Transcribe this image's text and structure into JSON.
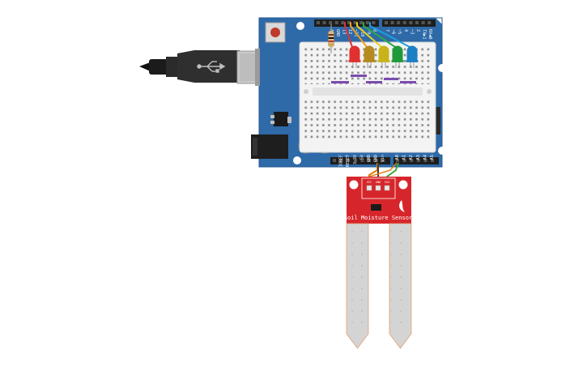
{
  "arduino": {
    "digital_labels": [
      "AREF",
      "GND",
      "13",
      "12",
      "~11",
      "~10",
      "~9",
      "8",
      "7",
      "~6",
      "~5",
      "4",
      "~3",
      "2",
      "TX▶1",
      "RX◀0"
    ],
    "power_labels": [
      "IOREF",
      "RESET",
      "3.3V",
      "5V",
      "GND",
      "GND",
      "Vin"
    ],
    "analog_labels": [
      "A0",
      "A1",
      "A2",
      "A3",
      "A4",
      "A5"
    ],
    "board_color": "#2e6aa8"
  },
  "leds": [
    {
      "color": "red",
      "hex": "#e03030"
    },
    {
      "color": "amber",
      "hex": "#b58a1e"
    },
    {
      "color": "yellow",
      "hex": "#c8b418"
    },
    {
      "color": "green",
      "hex": "#1f9a3a"
    },
    {
      "color": "blue",
      "hex": "#1c7fc4"
    }
  ],
  "wires": {
    "colors": [
      "#e03030",
      "#f0a020",
      "#e8d21c",
      "#2ca84a",
      "#1f9fdc"
    ],
    "sensor_wire_colors": [
      "#e07b10",
      "#3ba63b",
      "#4a3a2a"
    ]
  },
  "sensor": {
    "label": "Soil Moisture Sensor",
    "pin_labels": [
      "VCC",
      "GND",
      "SIG"
    ],
    "board_color": "#d7262b"
  },
  "usb_connector": {
    "icon": "usb-icon"
  }
}
